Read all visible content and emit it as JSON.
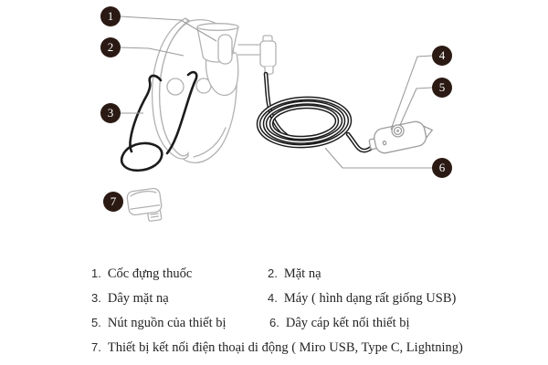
{
  "figure": {
    "callouts": [
      {
        "num": "1"
      },
      {
        "num": "2"
      },
      {
        "num": "3"
      },
      {
        "num": "4"
      },
      {
        "num": "5"
      },
      {
        "num": "6"
      },
      {
        "num": "7"
      }
    ]
  },
  "legend": {
    "items": [
      {
        "num": "1.",
        "label": "Cốc đựng thuốc"
      },
      {
        "num": "2.",
        "label": "Mặt nạ"
      },
      {
        "num": "3.",
        "label": "Dây mặt nạ"
      },
      {
        "num": "4.",
        "label": "Máy ( hình dạng rất giống USB)"
      },
      {
        "num": "5.",
        "label": "Nút nguồn của thiết bị"
      },
      {
        "num": "6.",
        "label": "Dây cáp kết nối thiết bị"
      },
      {
        "num": "7.",
        "label": "Thiết bị kết nối điện thoại di động ( Miro USB, Type C, Lightning)"
      }
    ]
  },
  "colors": {
    "background": "#ffffff",
    "callout_bg": "#2b1a13",
    "callout_text": "#ffffff",
    "leader_line": "#9b9b9b",
    "art_light_gray": "#b2b2b2",
    "art_black": "#1c1c1c",
    "text": "#242424"
  }
}
